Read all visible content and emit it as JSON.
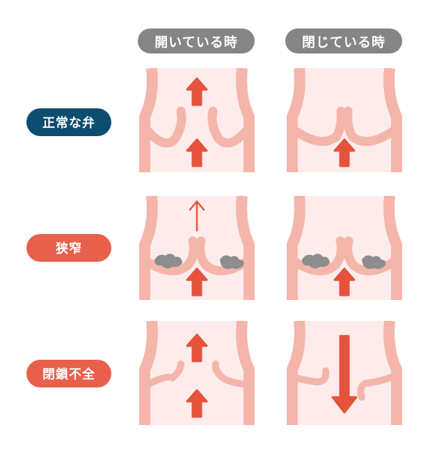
{
  "columns": [
    {
      "label": "開いている時"
    },
    {
      "label": "閉じている時"
    }
  ],
  "rows": [
    {
      "label": "正常な弁",
      "color": "#0d4d6f"
    },
    {
      "label": "狭窄",
      "color": "#e8604c"
    },
    {
      "label": "閉鎖不全",
      "color": "#e8604c"
    }
  ],
  "colors": {
    "vessel_wall": "#f4b6aa",
    "vessel_fill": "#fdeceb",
    "arrow": "#e5533d",
    "calcification": "#8d8d8d",
    "header_pill": "#858585"
  },
  "panels": [
    {
      "row": "正常な弁",
      "column": "開いている時",
      "flow": "upward through open valve",
      "arrows": 2
    },
    {
      "row": "正常な弁",
      "column": "閉じている時",
      "flow": "valve closed, upward pressure",
      "arrows": 1
    },
    {
      "row": "狭窄",
      "column": "開いている時",
      "flow": "reduced upward flow through narrowed opening",
      "arrows": 2
    },
    {
      "row": "狭窄",
      "column": "閉じている時",
      "flow": "valve closed with calcification",
      "arrows": 1
    },
    {
      "row": "閉鎖不全",
      "column": "開いている時",
      "flow": "upward through open valve",
      "arrows": 2
    },
    {
      "row": "閉鎖不全",
      "column": "閉じている時",
      "flow": "backflow downward through incompletely closed valve",
      "arrows": 1
    }
  ]
}
